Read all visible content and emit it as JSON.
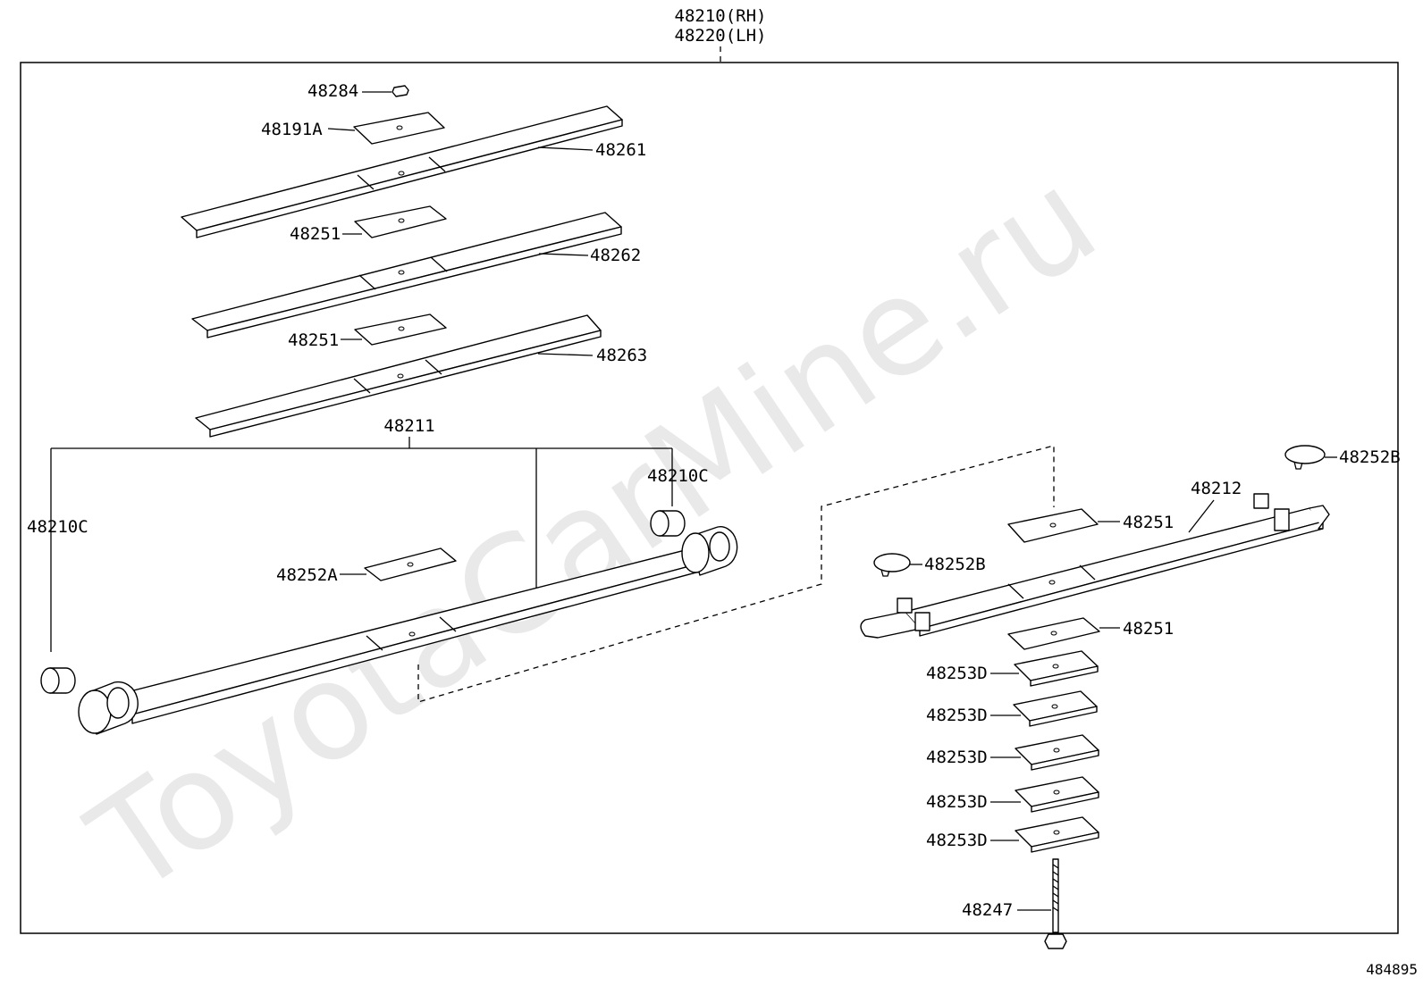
{
  "diagram": {
    "header": {
      "line1": "48210(RH)",
      "line2": "48220(LH)"
    },
    "watermark": "ToyotaCarMine.ru",
    "catalog_number": "484895",
    "labels": {
      "p48284": "48284",
      "p48191A": "48191A",
      "p48261": "48261",
      "p48251_a": "48251",
      "p48262": "48262",
      "p48251_b": "48251",
      "p48263": "48263",
      "p48211": "48211",
      "p48210C_left": "48210C",
      "p48210C_right": "48210C",
      "p48252A": "48252A",
      "p48252B_right": "48252B",
      "p48212": "48212",
      "p48251_c": "48251",
      "p48252B_left": "48252B",
      "p48251_d": "48251",
      "p48253D_1": "48253D",
      "p48253D_2": "48253D",
      "p48253D_3": "48253D",
      "p48253D_4": "48253D",
      "p48253D_5": "48253D",
      "p48247": "48247"
    }
  }
}
